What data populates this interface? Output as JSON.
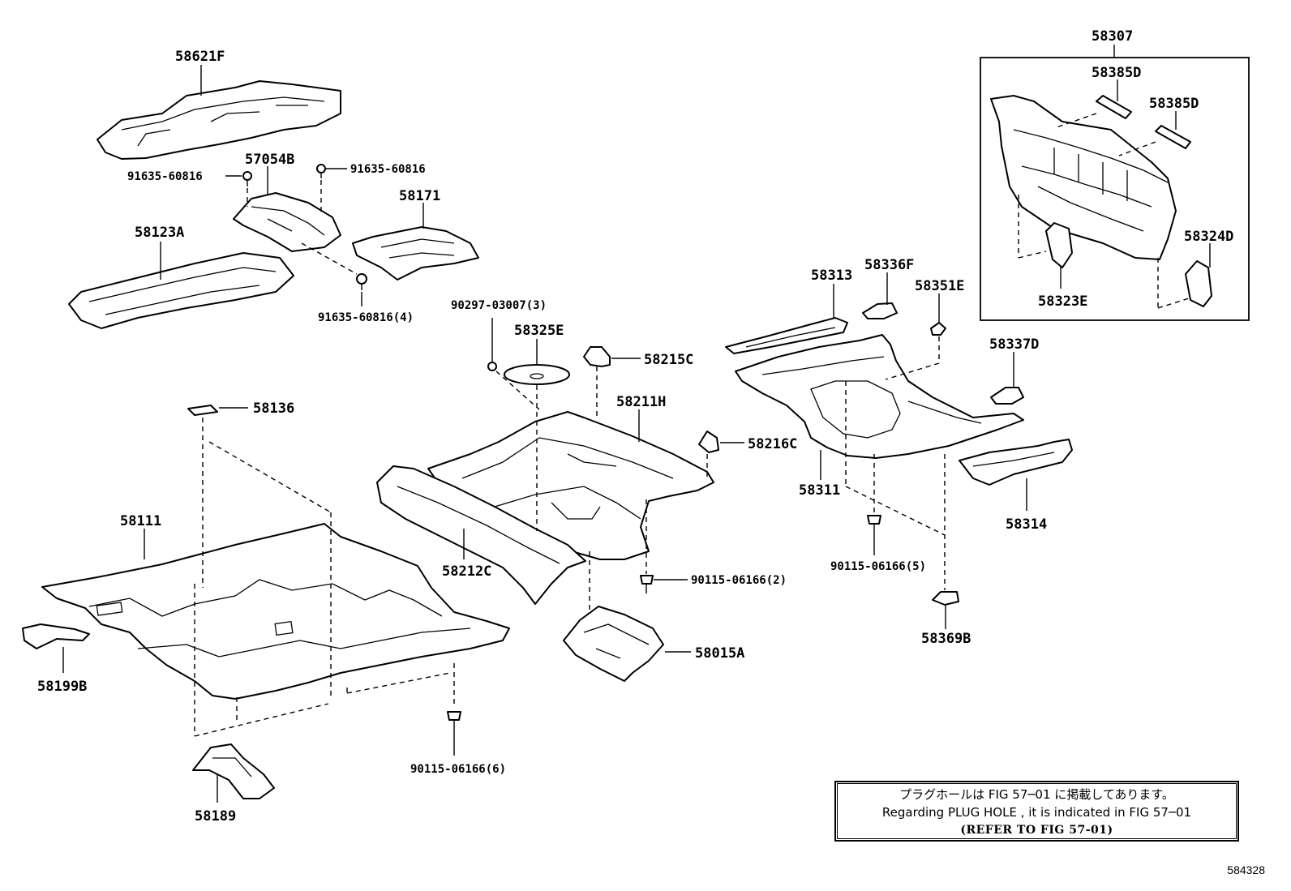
{
  "labels": {
    "p58621F": "58621F",
    "p57054B": "57054B",
    "p91635a": "91635-60816",
    "p91635b": "91635-60816",
    "p58171": "58171",
    "p58123A": "58123A",
    "p91635c": "91635-60816(4)",
    "p90297": "90297-03007(3)",
    "p58325E": "58325E",
    "p58215C": "58215C",
    "p58211H": "58211H",
    "p58136": "58136",
    "p58216C": "58216C",
    "p58111": "58111",
    "p58212C": "58212C",
    "p90115a": "90115-06166(2)",
    "p58199B": "58199B",
    "p58015A": "58015A",
    "p90115b": "90115-06166(6)",
    "p58189": "58189",
    "p58307": "58307",
    "p58385Da": "58385D",
    "p58385Db": "58385D",
    "p58324D": "58324D",
    "p58323E": "58323E",
    "p58313": "58313",
    "p58336F": "58336F",
    "p58351E": "58351E",
    "p58337D": "58337D",
    "p58311": "58311",
    "p58314": "58314",
    "p90115c": "90115-06166(5)",
    "p58369B": "58369B"
  },
  "note": {
    "line1": "プラグホールは FIG 57─01 に掲載してあります。",
    "line2": "Regarding PLUG HOLE , it is indicated in FIG 57─01",
    "line3": "(REFER TO FIG 57-01)"
  },
  "figure_number": "584328"
}
